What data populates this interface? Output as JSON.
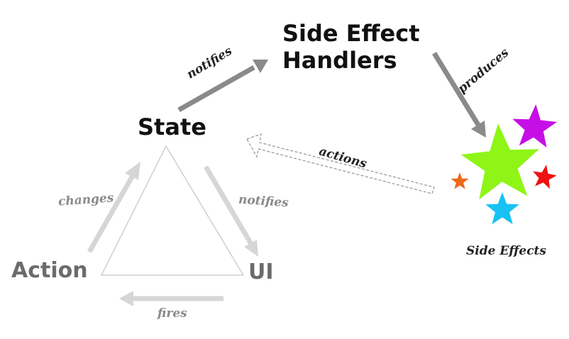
{
  "nodes": {
    "state": "State",
    "action": "Action",
    "ui": "UI",
    "handlers_line1": "Side Effect",
    "handlers_line2": "Handlers",
    "side_effects": "Side Effects"
  },
  "edges": {
    "changes": "changes",
    "notifies_ui": "notifies",
    "fires": "fires",
    "notifies_handlers": "notifies",
    "produces": "produces",
    "actions": "actions"
  },
  "colors": {
    "star_green": "#8ef516",
    "star_purple": "#c60fe6",
    "star_red": "#ee1212",
    "star_orange": "#f06818",
    "star_blue": "#18c2f2",
    "arrow_dark": "#8a8a8a",
    "arrow_light": "#d6d6d6"
  }
}
